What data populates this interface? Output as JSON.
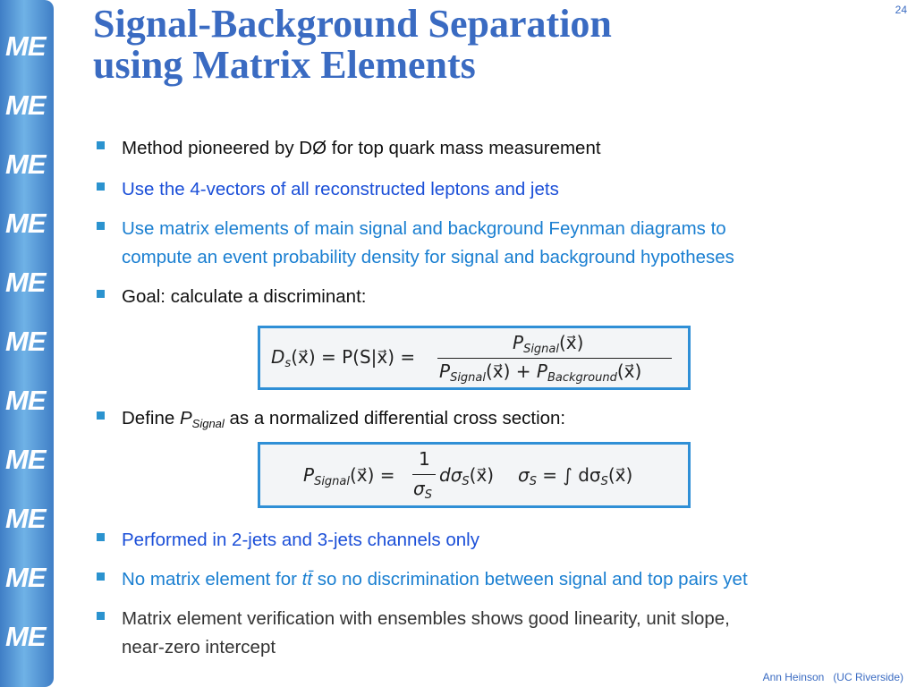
{
  "sidebar": {
    "labels": [
      "ME",
      "ME",
      "ME",
      "ME",
      "ME",
      "ME",
      "ME",
      "ME",
      "ME",
      "ME",
      "ME"
    ]
  },
  "page_number": "24",
  "title": {
    "line1": "Signal-Background Separation",
    "line2": "using Matrix Elements"
  },
  "bullets": [
    {
      "text": "Method pioneered by DØ for top quark mass measurement"
    },
    {
      "text": "Use the 4-vectors of all reconstructed leptons and jets"
    },
    {
      "line1": "Use matrix elements of main signal and background Feynman diagrams to",
      "line2": "compute an event probability density for signal and background hypotheses"
    },
    {
      "text": "Goal: calculate a discriminant:"
    },
    {
      "prefix": "Define ",
      "symbol": "P",
      "sub": "Signal",
      "suffix": " as a normalized differential cross section:"
    },
    {
      "text": "Performed in 2-jets and 3-jets channels only"
    },
    {
      "prefix": "No matrix element for ",
      "symbol": "tt̄",
      "suffix": " so no discrimination between signal and top pairs yet"
    },
    {
      "line1": "Matrix element verification with ensembles shows good linearity, unit slope,",
      "line2": "near-zero intercept"
    }
  ],
  "eq1": {
    "lhs": "D",
    "lhs_sub": "s",
    "arg": "(x⃗) = P(S|x⃗) =",
    "num": "P",
    "num_sub": "Signal",
    "num_arg": "(x⃗)",
    "den1": "P",
    "den1_sub": "Signal",
    "den1_arg": "(x⃗) + ",
    "den2": "P",
    "den2_sub": "Background",
    "den2_arg": "(x⃗)"
  },
  "eq2": {
    "lhs": "P",
    "lhs_sub": "Signal",
    "lhs_arg": "(x⃗) =",
    "num": "1",
    "den": "σ",
    "den_sub": "S",
    "mid": "dσ",
    "mid_sub": "S",
    "mid_arg": "(x⃗)",
    "rhs": "σ",
    "rhs_sub": "S",
    "rhs_eq": " = ∫ dσ",
    "rhs_sub2": "S",
    "rhs_arg": "(x⃗)"
  },
  "footer": {
    "author": "Ann Heinson",
    "affiliation": "(UC Riverside)"
  }
}
